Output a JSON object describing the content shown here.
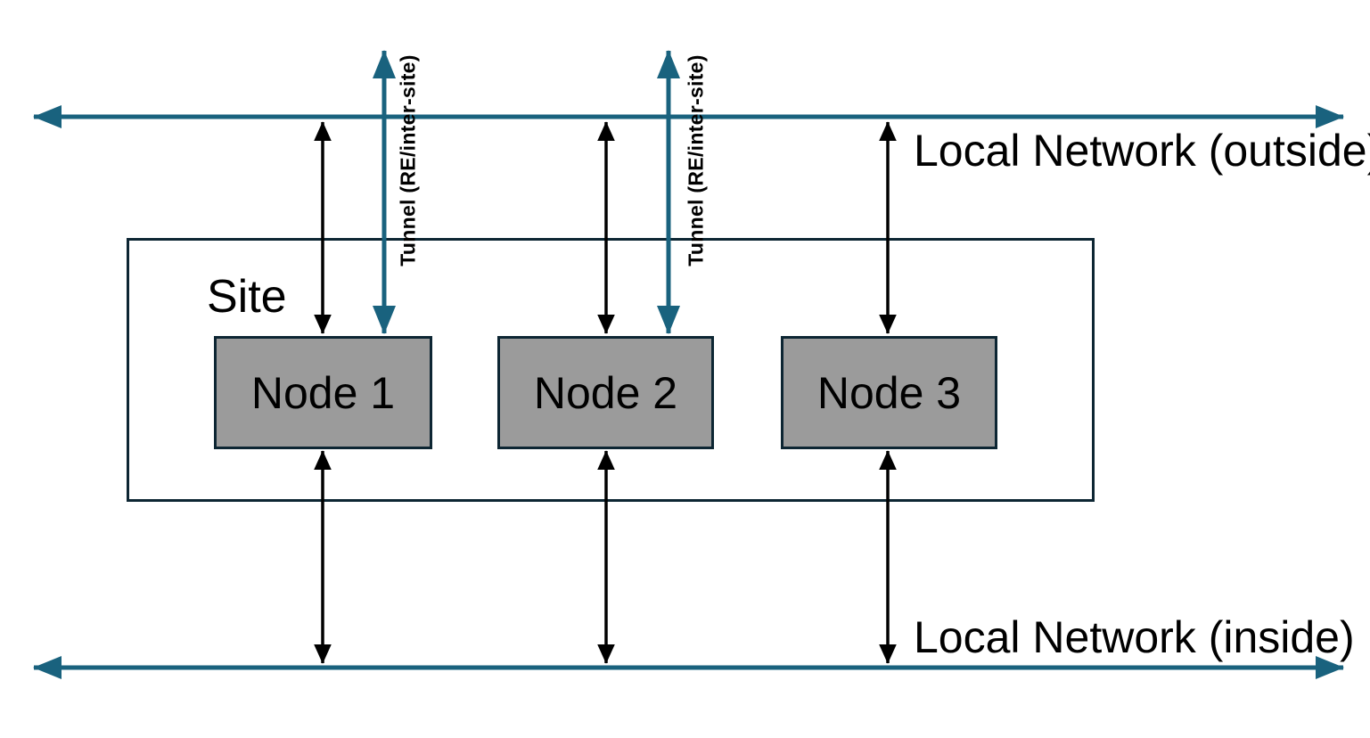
{
  "diagram": {
    "site_label": "Site",
    "nodes": [
      {
        "label": "Node 1"
      },
      {
        "label": "Node 2"
      },
      {
        "label": "Node 3"
      }
    ],
    "networks": {
      "outside_label": "Local Network (outside)",
      "inside_label": "Local Network (inside)"
    },
    "tunnels": [
      {
        "label": "Tunnel (RE/inter-site)"
      },
      {
        "label": "Tunnel (RE/inter-site)"
      }
    ],
    "colors": {
      "network_line": "#19627e",
      "box_border": "#0d2633",
      "node_fill": "#9b9b9b",
      "arrow_black": "#000000"
    }
  }
}
